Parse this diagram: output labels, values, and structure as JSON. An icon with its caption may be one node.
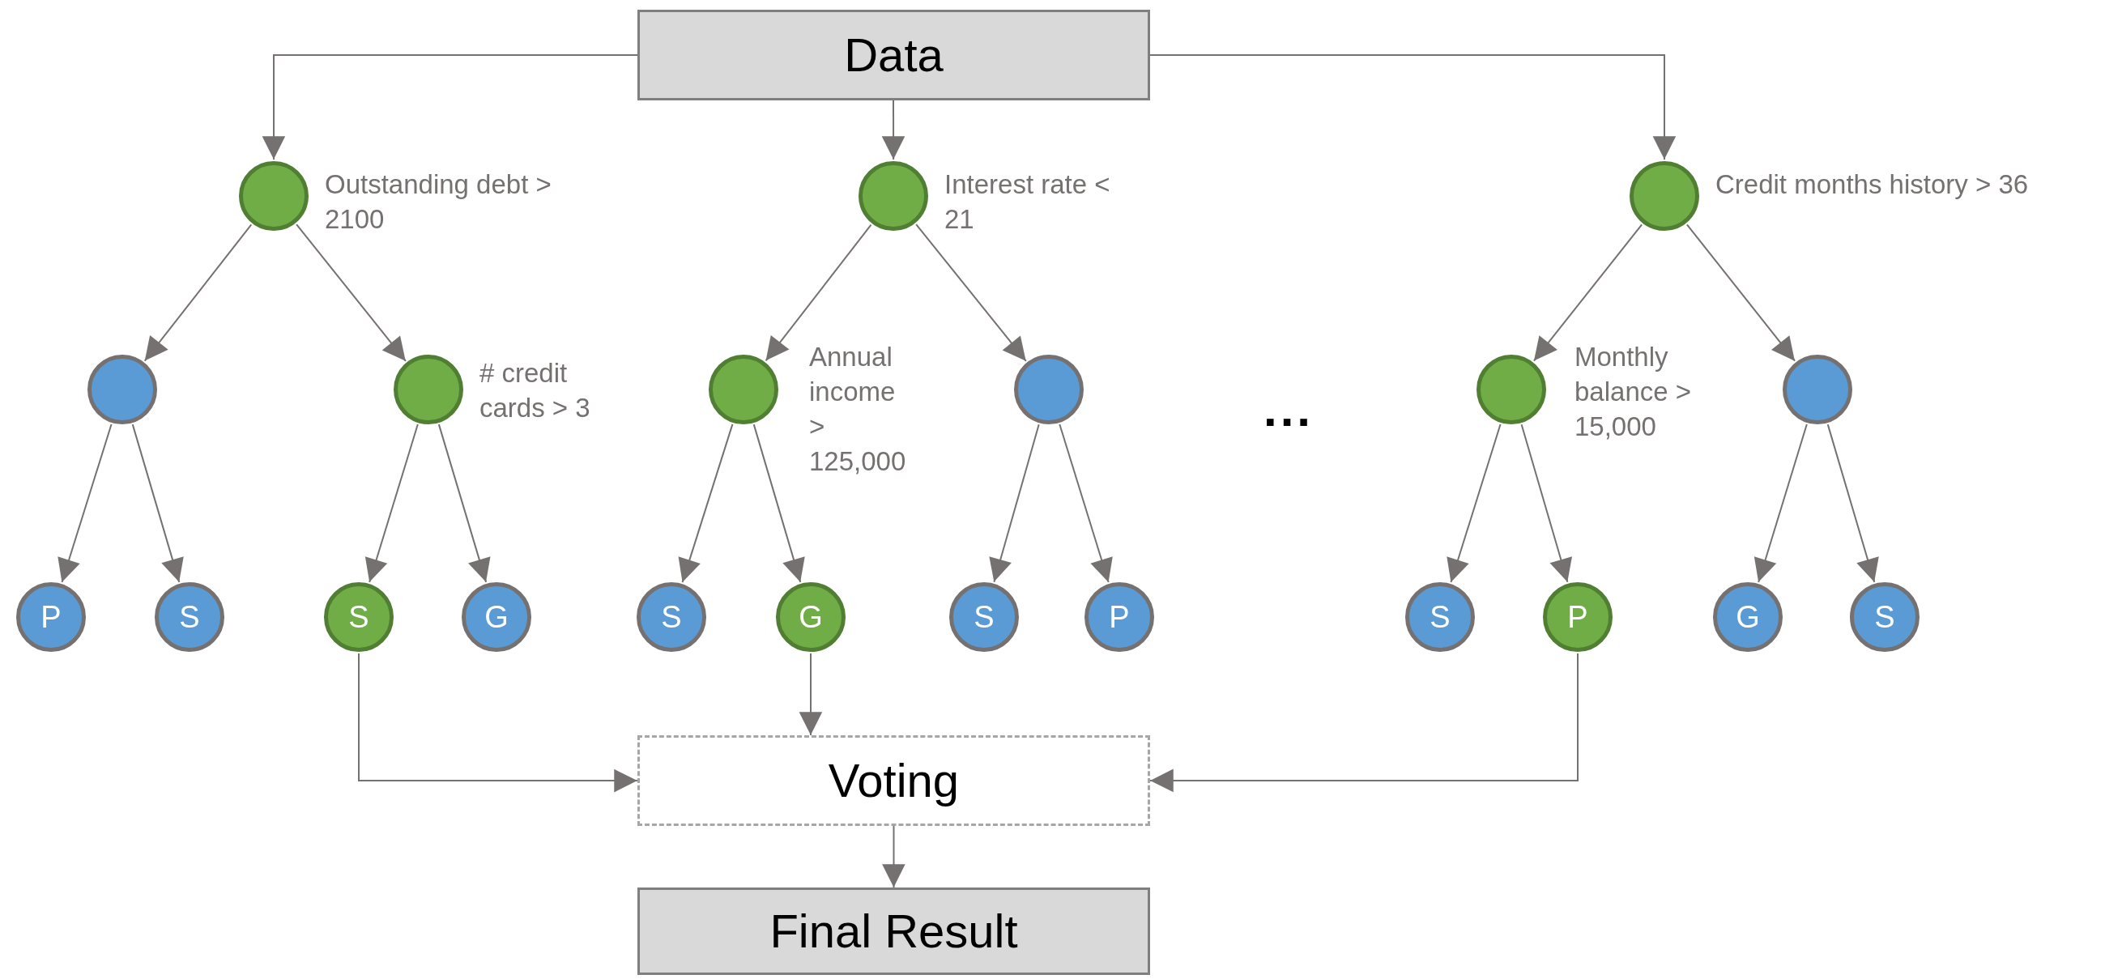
{
  "diagram": {
    "nodes": [
      {
        "text": [
          "Data"
        ]
      },
      {
        "text": [],
        "shape": "circle",
        "beside": [
          "Outstanding debt > 2100"
        ]
      },
      {
        "text": [],
        "shape": "circle",
        "beside": [
          "Interest rate < 21"
        ]
      },
      {
        "text": [],
        "shape": "circle",
        "beside": [
          "Credit months history > 36"
        ]
      },
      {
        "text": [],
        "shape": "circle"
      },
      {
        "text": [],
        "shape": "circle",
        "beside": [
          "# credit cards > 3"
        ]
      },
      {
        "text": [],
        "shape": "circle",
        "beside": [
          "Annual income > 125,000"
        ]
      },
      {
        "text": [],
        "shape": "circle"
      },
      {
        "text": [],
        "shape": "circle",
        "beside": [
          "Monthly balance > 15,000"
        ]
      },
      {
        "text": [],
        "shape": "circle"
      },
      {
        "text": [
          "P"
        ]
      },
      {
        "text": [
          "S"
        ]
      },
      {
        "text": [
          "S"
        ]
      },
      {
        "text": [
          "G"
        ]
      },
      {
        "text": [
          "S"
        ]
      },
      {
        "text": [
          "G"
        ]
      },
      {
        "text": [
          "S"
        ]
      },
      {
        "text": [
          "P"
        ]
      },
      {
        "text": [
          "S"
        ]
      },
      {
        "text": [
          "P"
        ]
      },
      {
        "text": [
          "G"
        ]
      },
      {
        "text": [
          "S"
        ]
      },
      {
        "text": [
          "Voting"
        ]
      },
      {
        "text": [
          "Final Result"
        ]
      }
    ],
    "edges": [
      {
        "from": 0,
        "to": 1,
        "arrow": "to"
      },
      {
        "from": 0,
        "to": 2,
        "arrow": "to"
      },
      {
        "from": 0,
        "to": 3,
        "arrow": "to"
      },
      {
        "from": 1,
        "to": 4,
        "arrow": "to"
      },
      {
        "from": 1,
        "to": 5,
        "arrow": "to"
      },
      {
        "from": 2,
        "to": 6,
        "arrow": "to"
      },
      {
        "from": 2,
        "to": 7,
        "arrow": "to"
      },
      {
        "from": 3,
        "to": 8,
        "arrow": "to"
      },
      {
        "from": 3,
        "to": 9,
        "arrow": "to"
      },
      {
        "from": 4,
        "to": 10,
        "arrow": "to"
      },
      {
        "from": 4,
        "to": 11,
        "arrow": "to"
      },
      {
        "from": 5,
        "to": 12,
        "arrow": "to"
      },
      {
        "from": 5,
        "to": 13,
        "arrow": "to"
      },
      {
        "from": 6,
        "to": 14,
        "arrow": "to"
      },
      {
        "from": 6,
        "to": 15,
        "arrow": "to"
      },
      {
        "from": 7,
        "to": 16,
        "arrow": "to"
      },
      {
        "from": 7,
        "to": 17,
        "arrow": "to"
      },
      {
        "from": 8,
        "to": 18,
        "arrow": "to"
      },
      {
        "from": 8,
        "to": 19,
        "arrow": "to"
      },
      {
        "from": 9,
        "to": 20,
        "arrow": "to"
      },
      {
        "from": 9,
        "to": 21,
        "arrow": "to"
      },
      {
        "from": 12,
        "to": 22,
        "arrow": "to"
      },
      {
        "from": 15,
        "to": 22,
        "arrow": "to"
      },
      {
        "from": 19,
        "to": 22,
        "arrow": "to"
      },
      {
        "from": 22,
        "to": 23,
        "arrow": "to"
      }
    ],
    "labels": [
      "..."
    ]
  }
}
